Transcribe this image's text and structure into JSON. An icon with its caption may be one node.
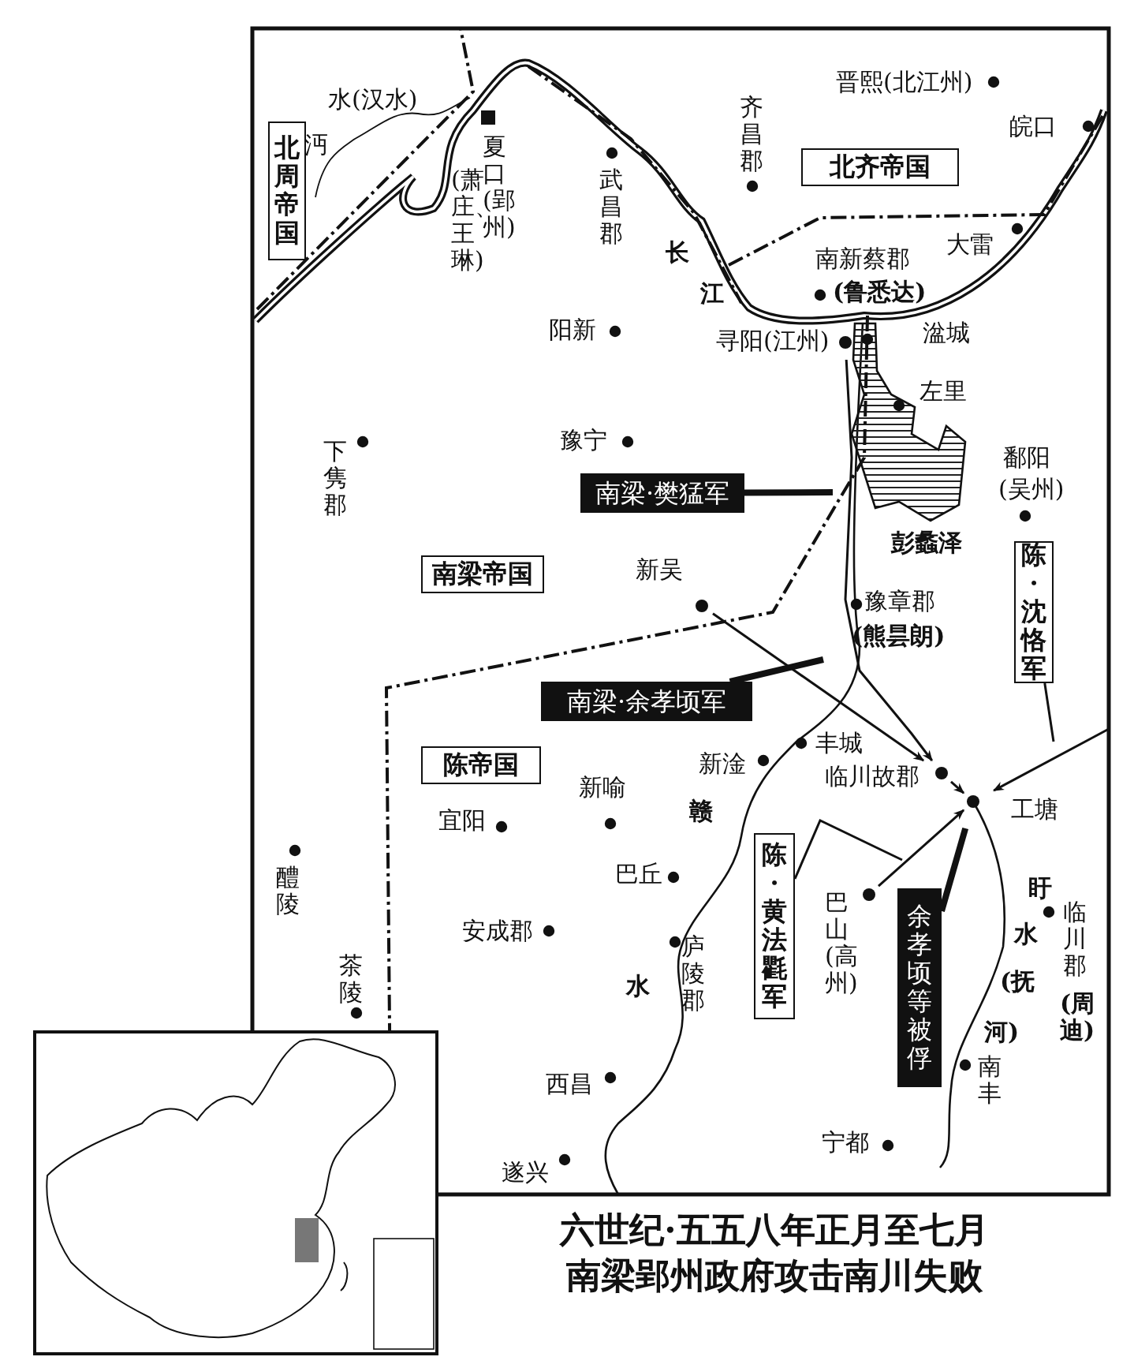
{
  "diagram": {
    "caption": "六世纪·五五八年正月至七月南梁郢州政府攻击南川失败",
    "nodes": [
      {
        "text": [
          "北周帝国"
        ]
      },
      {
        "text": [
          "北齐帝国"
        ]
      },
      {
        "text": [
          "南梁帝国"
        ]
      },
      {
        "text": [
          "陈帝国"
        ]
      },
      {
        "text": [
          "南梁·樊猛军"
        ]
      },
      {
        "text": [
          "南梁·余孝顷军"
        ]
      },
      {
        "text": [
          "陈·沈恪军"
        ]
      },
      {
        "text": [
          "陈·黄法氍军"
        ]
      },
      {
        "text": [
          "余孝顷等被俘"
        ]
      },
      {
        "text": [
          "新吴"
        ]
      },
      {
        "text": [
          "临川故郡"
        ]
      },
      {
        "text": [
          "工塘"
        ]
      },
      {
        "text": [
          "巴山(高州)"
        ]
      },
      {
        "text": [
          "寻阳(江州)"
        ]
      }
    ],
    "edges": [
      {
        "from": 9,
        "to": 10,
        "arrow": "to"
      },
      {
        "from": 13,
        "to": 10,
        "arrow": "to"
      },
      {
        "from": 10,
        "to": 11,
        "arrow": "to"
      },
      {
        "from": 12,
        "to": 11,
        "arrow": "to"
      },
      {
        "from": null,
        "to": 11,
        "arrow": "to"
      },
      {
        "from": 4,
        "to": null,
        "arrow": "none",
        "style": "thick"
      },
      {
        "from": 5,
        "to": null,
        "arrow": "none",
        "style": "thick"
      },
      {
        "from": 6,
        "to": null,
        "arrow": "none"
      },
      {
        "from": 7,
        "to": null,
        "arrow": "none"
      },
      {
        "from": 8,
        "to": 11,
        "arrow": "none",
        "style": "thick"
      }
    ],
    "labels": [
      "沔",
      "水(汉水)",
      "夏口(郢州)",
      "(萧庄、王琳)",
      "武昌郡",
      "齐昌郡",
      "晋熙(北江州)",
      "皖口",
      "长",
      "江",
      "大雷",
      "南新蔡郡",
      "(鲁悉达)",
      "阳新",
      "湓城",
      "左里",
      "下隽郡",
      "豫宁",
      "鄱阳",
      "(吴州)",
      "彭蠡泽",
      "豫章郡",
      "(熊昙朗)",
      "丰城",
      "新淦",
      "新喻",
      "宜阳",
      "赣",
      "巴丘",
      "醴陵",
      "安成郡",
      "庐陵郡",
      "水",
      "茶陵",
      "临川郡",
      "(周迪)",
      "盱",
      "水",
      "(抚",
      "河)",
      "南丰",
      "西昌",
      "宁都",
      "遂兴"
    ]
  }
}
